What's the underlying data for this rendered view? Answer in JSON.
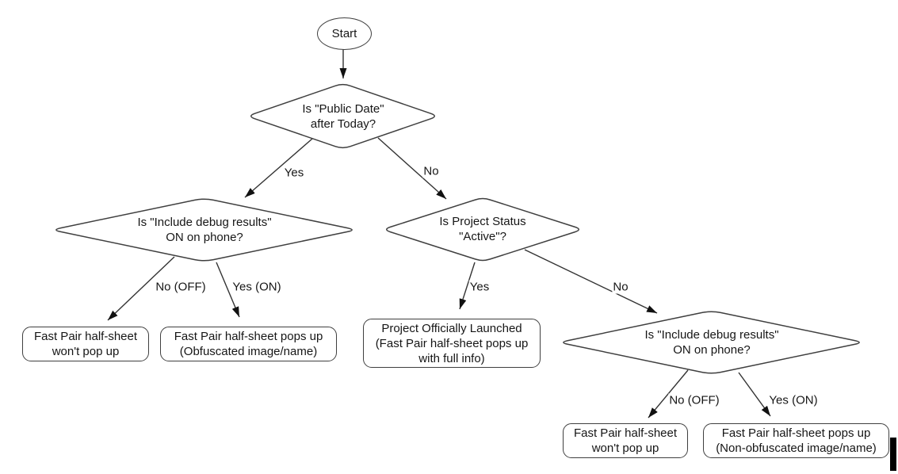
{
  "page": {
    "background": "#ffffff"
  },
  "flowchart": {
    "colors": {
      "stroke": "#3f3f3f",
      "text": "#161616",
      "arrowhead": "#111111"
    },
    "start": {
      "label": "Start"
    },
    "decisions": {
      "public_date": {
        "label": "Is \"Public Date\"\nafter Today?"
      },
      "debug_left": {
        "label": "Is \"Include debug results\"\nON on phone?"
      },
      "project_status": {
        "label": "Is Project Status\n\"Active\"?"
      },
      "debug_right": {
        "label": "Is \"Include debug results\"\nON on phone?"
      }
    },
    "results": {
      "no_popup_left": {
        "label": "Fast Pair half-sheet\nwon't pop up"
      },
      "obfuscated": {
        "label": "Fast Pair half-sheet pops up\n(Obfuscated image/name)"
      },
      "official_launch": {
        "label": "Project Officially Launched\n(Fast Pair half-sheet pops up\nwith full info)"
      },
      "no_popup_right": {
        "label": "Fast Pair half-sheet\nwon't pop up"
      },
      "non_obfuscated": {
        "label": "Fast Pair half-sheet pops up\n(Non-obfuscated image/name)"
      }
    },
    "edge_labels": {
      "public_date_yes": "Yes",
      "public_date_no": "No",
      "debug_left_no": "No (OFF)",
      "debug_left_yes": "Yes (ON)",
      "status_yes": "Yes",
      "status_no": "No",
      "debug_right_no": "No (OFF)",
      "debug_right_yes": "Yes (ON)"
    }
  }
}
